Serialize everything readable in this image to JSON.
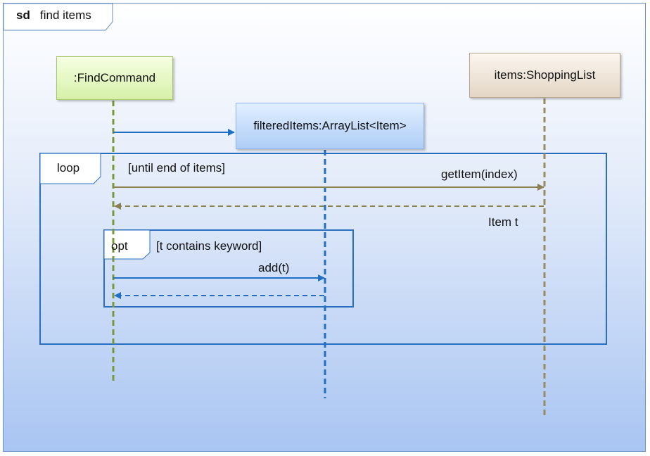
{
  "frame": {
    "keyword": "sd",
    "name": "find items"
  },
  "lifelines": {
    "find_command": ":FindCommand",
    "filtered_items": "filteredItems:ArrayList<Item>",
    "shopping_list": "items:ShoppingList"
  },
  "fragments": {
    "loop": {
      "operator": "loop",
      "guard": "[until end of items]"
    },
    "opt": {
      "operator": "opt",
      "guard": "[t contains keyword]"
    }
  },
  "messages": {
    "get_item": "getItem(index)",
    "item_return": "Item t",
    "add": "add(t)"
  },
  "colors": {
    "find_command": "#7a9a3a",
    "filtered_items": "#1f6fc4",
    "shopping_list": "#9a8a62",
    "fragment_border": "#2a6fbf"
  }
}
